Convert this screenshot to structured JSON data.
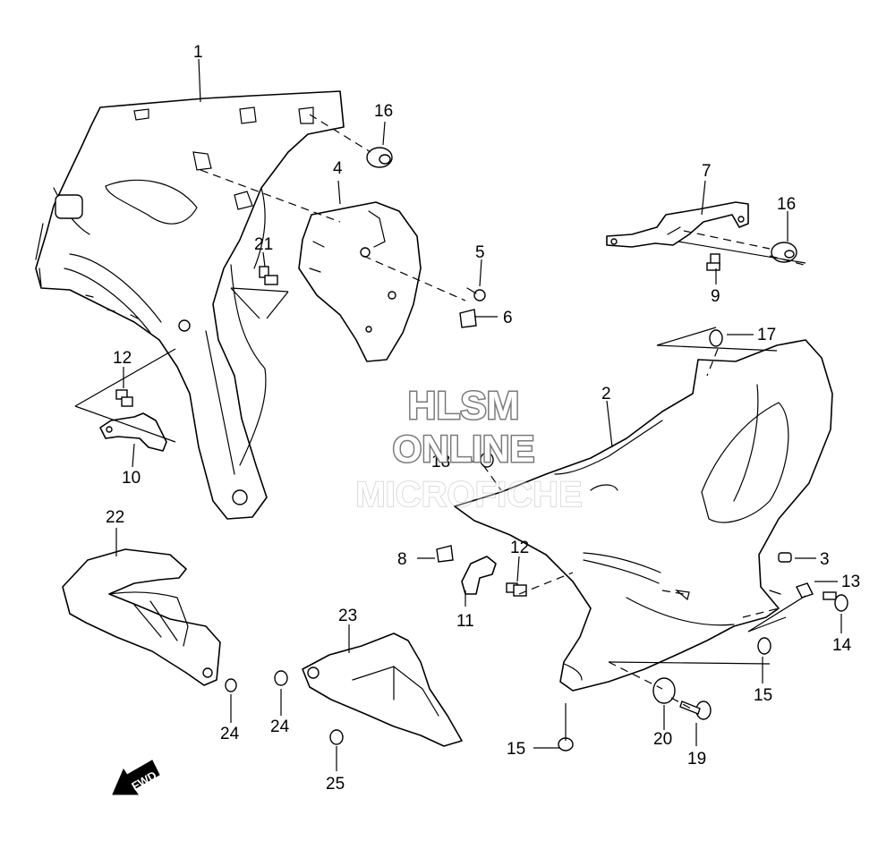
{
  "watermark": {
    "line1": "HLSM",
    "line2": "ONLINE",
    "line3": "MICROFICHE",
    "color": "#7a7a7a"
  },
  "direction_arrow": {
    "label": "FWD"
  },
  "callouts": {
    "c1": "1",
    "c2": "2",
    "c3": "3",
    "c4": "4",
    "c5": "5",
    "c6": "6",
    "c7": "7",
    "c8": "8",
    "c9": "9",
    "c10": "10",
    "c11": "11",
    "c12a": "12",
    "c12b": "12",
    "c13": "13",
    "c14": "14",
    "c15a": "15",
    "c15b": "15",
    "c16a": "16",
    "c16b": "16",
    "c17": "17",
    "c18": "18",
    "c19": "19",
    "c20": "20",
    "c21": "21",
    "c22": "22",
    "c23": "23",
    "c24a": "24",
    "c24b": "24",
    "c25": "25"
  }
}
